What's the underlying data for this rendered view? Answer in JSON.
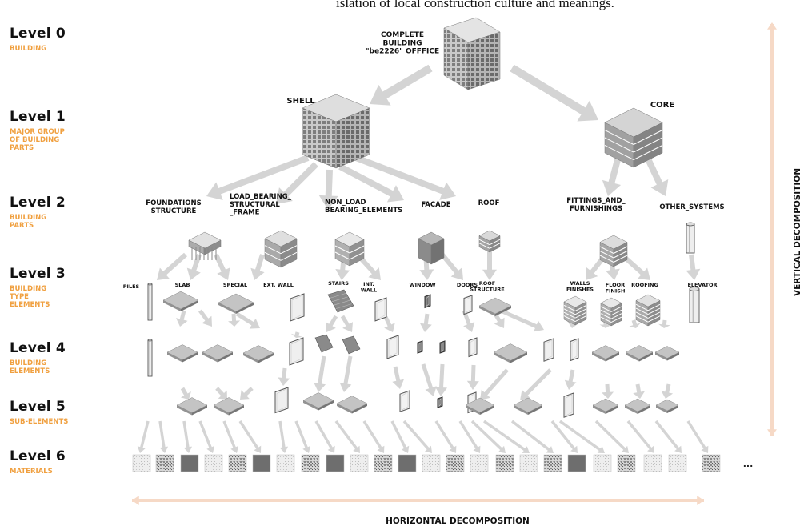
{
  "caption": "islation of local construction culture and meanings.",
  "levels": [
    {
      "title": "Level 0",
      "subtitle": "BUILDING"
    },
    {
      "title": "Level 1",
      "subtitle": "MAJOR GROUP\nOF BUILDING\nPARTS"
    },
    {
      "title": "Level 2",
      "subtitle": "BUILDING\nPARTS"
    },
    {
      "title": "Level 3",
      "subtitle": "BUILDING\nTYPE\nELEMENTS"
    },
    {
      "title": "Level 4",
      "subtitle": "BUILDING\nELEMENTS"
    },
    {
      "title": "Level 5",
      "subtitle": "SUB-ELEMENTS"
    },
    {
      "title": "Level 6",
      "subtitle": "MATERIALS"
    }
  ],
  "nodes": {
    "building": [
      "COMPLETE",
      "BUILDING",
      "\"be2226\" OFFFICE"
    ],
    "shell": [
      "SHELL"
    ],
    "core": [
      "CORE"
    ],
    "foundations": [
      "FOUNDATIONS",
      "STRUCTURE"
    ],
    "load_bearing": [
      "LOAD_BEARING_",
      "STRUCTURAL",
      "_FRAME"
    ],
    "non_load": [
      "NON_LOAD",
      "BEARING_ELEMENTS"
    ],
    "facade": [
      "FACADE"
    ],
    "roof": [
      "ROOF"
    ],
    "fittings": [
      "FITTINGS_AND_",
      "FURNISHINGS"
    ],
    "other_systems": [
      "OTHER_SYSTEMS"
    ],
    "piles": [
      "PILES"
    ],
    "slab": [
      "SLAB"
    ],
    "special": [
      "SPECIAL"
    ],
    "ext_wall": [
      "EXT. WALL"
    ],
    "stairs": [
      "STAIRS"
    ],
    "int_wall": [
      "INT.",
      "WALL"
    ],
    "window": [
      "WINDOW"
    ],
    "doors": [
      "DOORS"
    ],
    "roof_structure": [
      "ROOF",
      "STRUCTURE"
    ],
    "walls_finishes": [
      "WALLS",
      "FINISHES"
    ],
    "floor_finish": [
      "FLOOR",
      "FINISH"
    ],
    "roofing": [
      "ROOFING"
    ],
    "elevator": [
      "ELEVATOR"
    ]
  },
  "axes": {
    "vertical": "VERTICAL DECOMPOSITION",
    "horizontal": "HORIZONTAL DECOMPOSITION",
    "more": "..."
  },
  "colors": {
    "level_subtitle": "#f0a040",
    "arrow": "#d4d4d4",
    "axis_arrow": "#f6d9c6"
  }
}
